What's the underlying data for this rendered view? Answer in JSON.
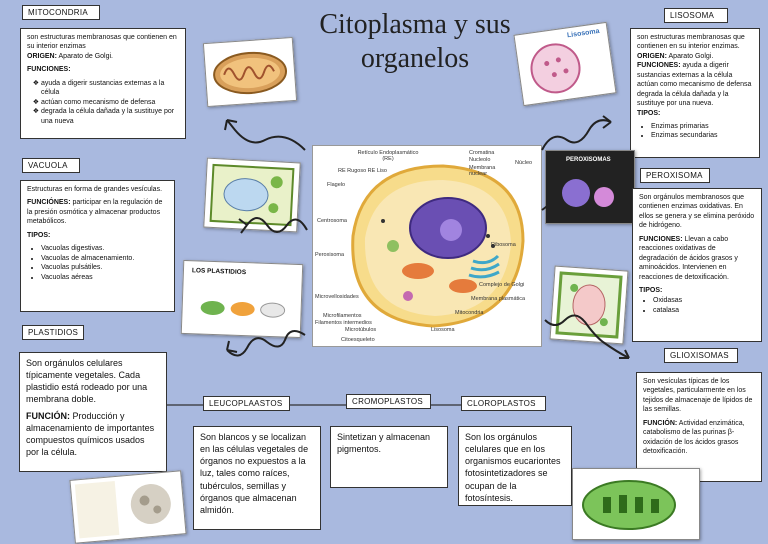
{
  "title": {
    "line1": "Citoplasma y sus",
    "line2": "organelos"
  },
  "mitocondria": {
    "label": "MITOCONDRIA",
    "desc": "son estructuras membranosas que contienen en su interior enzimas",
    "origen_label": "ORIGEN:",
    "origen_value": "Aparato de Golgi.",
    "funciones_label": "FUNCIONES:",
    "funciones": [
      "ayuda a digerir sustancias externas a la célula",
      "actúan como mecanismo de defensa",
      "degrada la célula dañada y la sustituye por una nueva"
    ]
  },
  "vacuola": {
    "label": "VACUOLA",
    "desc": "Estructuras en forma de grandes vesículas.",
    "funciones_label": "FUNCIÓNES:",
    "funciones_value": "participar en la regulación de la presión osmótica y almacenar productos metabólicos.",
    "tipos_label": "TIPOS:",
    "tipos": [
      "Vacuolas digestivas.",
      "Vacuolas de almacenamiento.",
      "Vacuolas pulsátiles.",
      "Vacuolas aéreas"
    ]
  },
  "plastidios": {
    "label": "PLASTIDIOS",
    "desc": "Son orgánulos celulares típicamente vegetales. Cada plastidio está rodeado por una membrana doble.",
    "funcion_label": "FUNCIÓN:",
    "funcion_value": "Producción y almacenamiento de importantes compuestos químicos usados por la célula."
  },
  "leucoplastos": {
    "label": "LEUCOPLAASTOS",
    "desc": "Son blancos y se localizan en las células vegetales de órganos no expuestos a la luz, tales como raíces, tubérculos, semillas y órganos que almacenan almidón."
  },
  "cromoplastos": {
    "label": "CROMOPLASTOS",
    "desc": "Sintetizan y almacenan pigmentos."
  },
  "cloroplastos": {
    "label": "CLOROPLASTOS",
    "desc": "Son los orgánulos celulares que en los organismos eucariontes fotosintetizadores se ocupan de la fotosíntesis."
  },
  "lisosoma": {
    "label": "LISOSOMA",
    "desc": "son estructuras membranosas que contienen en su interior enzimas.",
    "origen_label": "ORIGEN:",
    "origen_value": "Aparato Golgi.",
    "funciones_label": "FUNCIONES:",
    "funciones_value": "ayuda a digerir sustancias externas a la célula actúan como mecanismo de defensa degrada la célula dañada y la sustituye por una nueva.",
    "tipos_label": "TIPOS:",
    "tipos": [
      "Enzimas primarias",
      "Enzimas secundarias"
    ]
  },
  "peroxisoma": {
    "label": "PEROXISOMA",
    "desc": "Son orgánulos membranosos que contienen enzimas oxidativas. En ellos se genera y se elimina peróxido de hidrógeno.",
    "funciones_label": "FUNCIONES:",
    "funciones_value": "Llevan a cabo reacciones oxidativas de degradación de ácidos grasos y aminoácidos. Intervienen en reacciones de detoxificación.",
    "tipos_label": "TIPOS:",
    "tipos": [
      "Oxidasas",
      "catalasa"
    ]
  },
  "glioxisomas": {
    "label": "GLIOXISOMAS",
    "desc": "Son vesículas típicas de los vegetales, particularmente en los tejidos de almacenaje de lípidos de las semillas.",
    "funcion_label": "FUNCIÓN:",
    "funcion_value": "Actividad enzimática, catabolismo de las purinas β-oxidación de los ácidos grasos detoxificación."
  },
  "thumbs": {
    "plastidios_title": "LOS PLASTIDIOS",
    "lisosoma_title": "Lisosoma",
    "peroxisomas_title": "PEROXISOMAS"
  },
  "cell_labels": {
    "reticulo": "Retículo Endoplasmático (RE)",
    "re_rugoso": "RE Rugoso  RE Liso",
    "flagelo": "Flagelo",
    "centrosoma": "Centrosoma",
    "peroxisoma": "Peroxisoma",
    "microvellosidades": "Microvellosidades",
    "microfilamentos": "Microfilamentos",
    "filamentos": "Filamentos intermedios",
    "microtubulos": "Microtúbulos",
    "citoesqueleto": "Citoesqueleto",
    "cromatina": "Cromatina",
    "nucleolo": "Nucleolo",
    "membrana_nuclear": "Membrana nuclear",
    "nucleo": "Núcleo",
    "ribosoma": "Ribosoma",
    "golgi": "Complejo de Golgi",
    "membrana_plasmatica": "Membrana plasmática",
    "mitocondria": "Mitocondria",
    "lisosoma": "Lisosoma"
  },
  "colors": {
    "background": "#a9b9df",
    "box_border": "#333333",
    "membrane": "#f2c94c",
    "nucleus": "#6a4fb3"
  }
}
